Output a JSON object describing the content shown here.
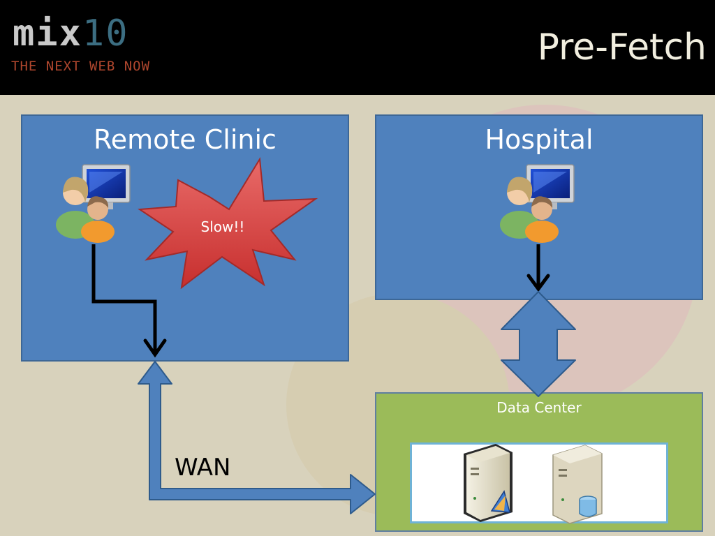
{
  "header": {
    "logo_mix": "mix",
    "logo_ten": "10",
    "logo_tagline": "THE NEXT WEB NOW",
    "slide_title": "Pre-Fetch"
  },
  "diagram": {
    "remote_clinic": "Remote Clinic",
    "hospital": "Hospital",
    "slow_label": "Slow!!",
    "data_center": "Data Center",
    "wan": "WAN"
  },
  "colors": {
    "background": "#d8d2bc",
    "box_blue": "#4f81bd",
    "data_center_green": "#9bbb59",
    "starburst_red": "#d9403f",
    "arrow_blue": "#4f81bd"
  },
  "icons": [
    "users-computer-icon",
    "server-icon",
    "database-server-icon"
  ]
}
